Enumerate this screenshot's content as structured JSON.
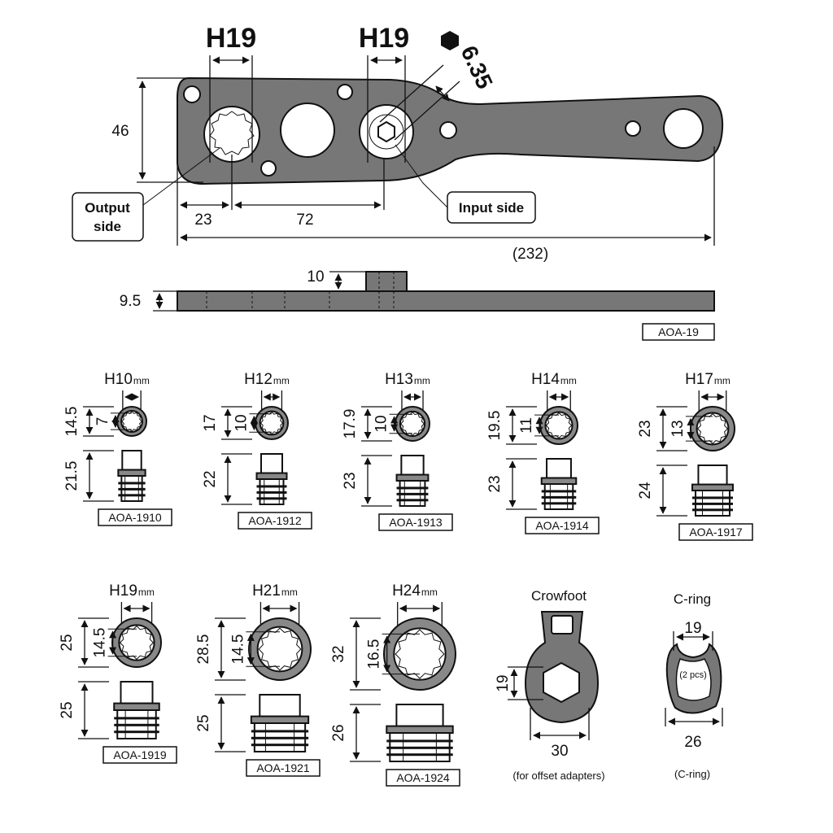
{
  "top": {
    "h19_left": "H19",
    "h19_right": "H19",
    "hex_size": "6.35",
    "dim_height": "46",
    "dim_23": "23",
    "dim_72": "72",
    "dim_total": "(232)",
    "output_side": [
      "Output",
      "side"
    ],
    "input_side": "Input side"
  },
  "side": {
    "dim_10": "10",
    "dim_95": "9.5",
    "model": "AOA-19"
  },
  "row1": [
    {
      "size": "H10",
      "unit": "mm",
      "outer": "14.5",
      "inner": "7",
      "height": "21.5",
      "model": "AOA-1910"
    },
    {
      "size": "H12",
      "unit": "mm",
      "outer": "17",
      "inner": "10",
      "height": "22",
      "model": "AOA-1912"
    },
    {
      "size": "H13",
      "unit": "mm",
      "outer": "17.9",
      "inner": "10",
      "height": "23",
      "model": "AOA-1913"
    },
    {
      "size": "H14",
      "unit": "mm",
      "outer": "19.5",
      "inner": "11",
      "height": "23",
      "model": "AOA-1914"
    },
    {
      "size": "H17",
      "unit": "mm",
      "outer": "23",
      "inner": "13",
      "height": "24",
      "model": "AOA-1917"
    }
  ],
  "row2": [
    {
      "size": "H19",
      "unit": "mm",
      "outer": "25",
      "inner": "14.5",
      "height": "25",
      "model": "AOA-1919"
    },
    {
      "size": "H21",
      "unit": "mm",
      "outer": "28.5",
      "inner": "14.5",
      "height": "25",
      "model": "AOA-1921"
    },
    {
      "size": "H24",
      "unit": "mm",
      "outer": "32",
      "inner": "16.5",
      "height": "26",
      "model": "AOA-1924"
    }
  ],
  "crowfoot": {
    "title": "Crowfoot",
    "dim_19": "19",
    "dim_30": "30",
    "note": "(for offset adapters)"
  },
  "cring": {
    "title": "C-ring",
    "dim_19": "19",
    "pcs": "(2 pcs)",
    "dim_26": "26",
    "caption": "(C-ring)"
  }
}
